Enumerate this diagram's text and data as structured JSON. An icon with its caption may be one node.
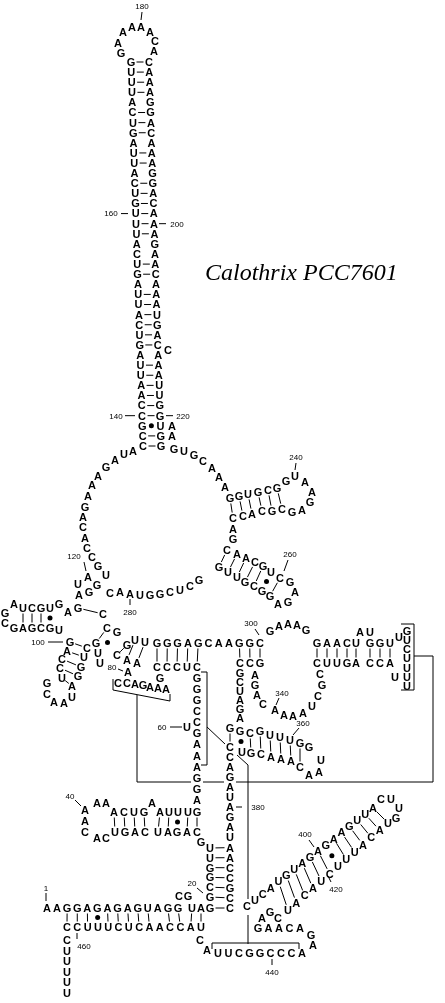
{
  "diagram": {
    "title": "Calothrix PCC7601",
    "labels": [
      "180",
      "AAAA",
      "A C",
      "G A",
      "GUUUACUGAUUACUGUUUACUGAUUACUGAUUAACCGCC",
      "CAAAGGACAAAGGACAAAGAACAAAUGAC",
      "160",
      "200",
      "C",
      "AAAUUGGUGG",
      "140",
      "220",
      "AA",
      "AGAUA",
      "AAGACACC",
      "GUGCAAA",
      "240",
      "GUAAG",
      "GGUGCG",
      "CCACGCGA",
      "AG",
      "120",
      "CAACGUC",
      "260",
      "GU",
      "GUUGCGG",
      "UA",
      "CAAUGGCUCG",
      "GA",
      "G",
      "AG",
      "GAUCGUGAG",
      "C",
      "280",
      "AG",
      "CGAGCGU",
      "CG",
      "300",
      "GAAAG",
      "AU",
      "GUCUUUU",
      "100",
      "GACCU",
      "GU",
      "GUU",
      "GGGAGCAAGGC",
      "GAACU GGU",
      "U",
      "CUGGA",
      "CAA",
      "U",
      "80",
      "A",
      "CCCUC",
      "CCG",
      "CUUGA CCA",
      "G",
      "GGGCCGAAAGGA",
      "GCUAGA",
      "AGAC",
      "CGCU",
      "U",
      "GCAAU",
      "CCAGAAA",
      "340",
      "AAAA",
      "60",
      "U",
      "GGCGUUUGG",
      "360",
      "CCAGAUAGAUAACCGCC",
      "UGCAAAC",
      "U",
      "AA",
      "40",
      "AAC",
      "AA",
      "ACUGAAUUUG",
      "380",
      "CUCAUGUAGAGAAGUUA",
      "CUUG",
      "UACAUUUCUACAU",
      "AC",
      "UGAC UAGAC",
      "G",
      "400",
      "UUGGCG",
      "1",
      "20",
      "420",
      "CG",
      "AAGGAGAGAGUAGG",
      "UAG",
      "AGC",
      "CCUUUCUCAACCAU",
      "GAACA GA",
      "CUUUUU",
      "CA",
      "460",
      "UUCGGCCCA",
      "440"
    ]
  }
}
